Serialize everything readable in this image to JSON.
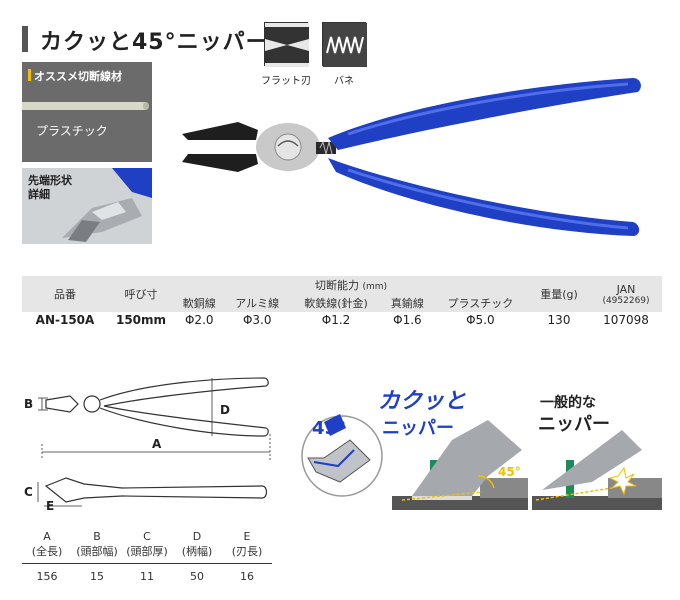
{
  "title": "カクッと45°ニッパー",
  "blade_icons": [
    {
      "label": "フラット刃",
      "icon": "flat-blade-icon"
    },
    {
      "label": "バネ",
      "icon": "spring-icon"
    }
  ],
  "panels": {
    "recommended_tag": "オススメ切断線材",
    "recommended_material": "プラスチック",
    "tip_detail_tag": "先端形状\n詳細"
  },
  "spec_table": {
    "col_part_no": "品番",
    "col_size": "呼び寸",
    "cutting_header": "切断能力",
    "cutting_unit": "(mm)",
    "cutting_cols": [
      "軟銅線",
      "アルミ線",
      "軟鉄線(針金)",
      "真鍮線",
      "プラスチック"
    ],
    "col_weight": "重量(g)",
    "col_jan": "JAN",
    "col_jan_sub": "(4952269)",
    "row": {
      "part_no": "AN-150A",
      "size": "150mm",
      "cutting": [
        "Φ2.0",
        "Φ3.0",
        "Φ1.2",
        "Φ1.6",
        "Φ5.0"
      ],
      "weight": "130",
      "jan": "107098"
    }
  },
  "diagram_letters": {
    "a": "A",
    "b": "B",
    "c": "C",
    "d": "D",
    "e": "E"
  },
  "angle_badge": "45°",
  "compare": {
    "left_title_line1": "カクッと",
    "left_title_line2": "ニッパー",
    "left_angle": "45°",
    "right_title_line1": "一般的な",
    "right_title_line2": "ニッパー"
  },
  "dim_table": {
    "letters": [
      "A",
      "B",
      "C",
      "D",
      "E"
    ],
    "labels": [
      "(全長)",
      "(頭部幅)",
      "(頭部厚)",
      "(柄幅)",
      "(刃長)"
    ],
    "values": [
      "156",
      "15",
      "11",
      "50",
      "16"
    ]
  },
  "colors": {
    "handle_blue": "#1f3fc4",
    "accent_yellow": "#f0c000",
    "green_wire": "#1d8a5a"
  }
}
